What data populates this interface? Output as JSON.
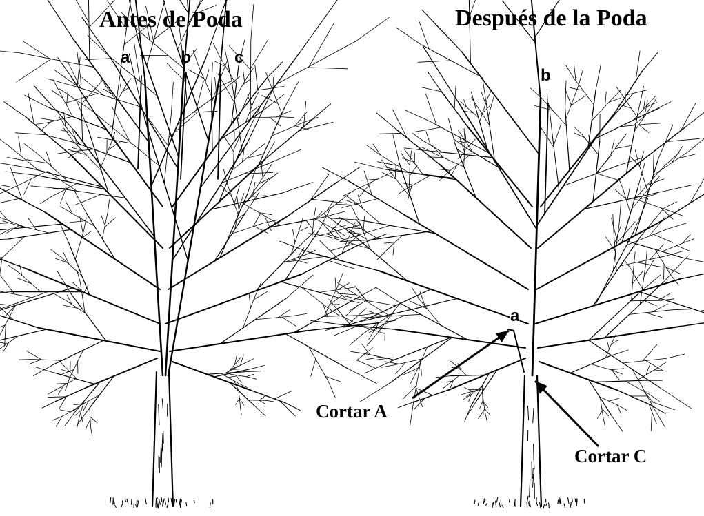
{
  "titles": {
    "before": "Antes de Poda",
    "after": "Después de la Poda"
  },
  "before_tree": {
    "leader_labels": [
      "a",
      "b",
      "c"
    ]
  },
  "after_tree": {
    "leader_label": "b",
    "cut_stub_label": "a"
  },
  "cut_labels": {
    "cut_a": "Cortar A",
    "cut_c": "Cortar C"
  },
  "colors": {
    "ink": "#000000",
    "background": "#ffffff"
  }
}
